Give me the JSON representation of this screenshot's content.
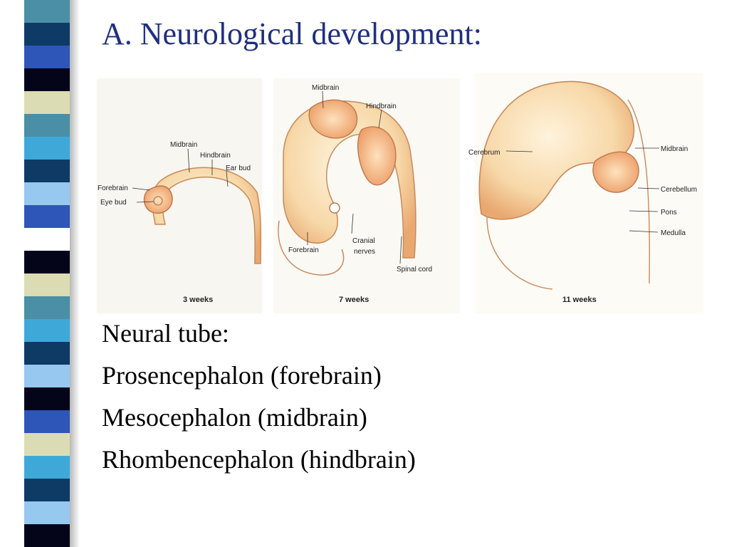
{
  "title": "A. Neurological development:",
  "figure": {
    "panels": [
      {
        "caption": "3 weeks",
        "labels": [
          "Midbrain",
          "Hindbrain",
          "Ear bud",
          "Forebrain",
          "Eye bud"
        ]
      },
      {
        "caption": "7 weeks",
        "labels": [
          "Midbrain",
          "Hindbrain",
          "Forebrain",
          "Cranial",
          "nerves",
          "Spinal cord"
        ]
      },
      {
        "caption": "11 weeks",
        "labels": [
          "Cerebrum",
          "Midbrain",
          "Cerebellum",
          "Pons",
          "Medulla"
        ]
      }
    ]
  },
  "body": {
    "lines": [
      "Neural tube:",
      "Prosencephalon  (forebrain)",
      "Mesocephalon  (midbrain)",
      "Rhombencephalon (hindbrain)"
    ]
  },
  "colors": {
    "title": "#1f2f80",
    "stripes": [
      "#4a8fa5",
      "#0e3a66",
      "#2e56b8",
      "#05051a",
      "#dcdcb4",
      "#3ea9d8",
      "#97c8ef",
      "#ffffff"
    ]
  }
}
